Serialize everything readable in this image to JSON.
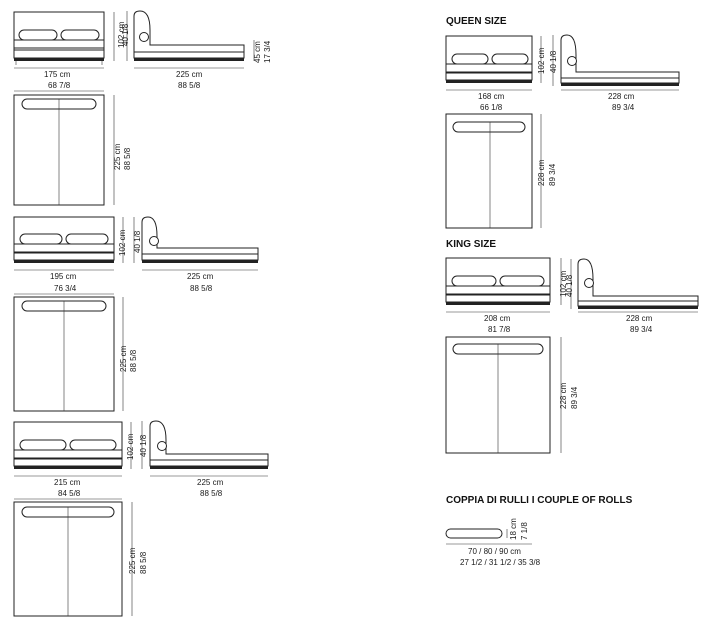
{
  "double": {
    "front": {
      "width": "175 cm",
      "height": "102 cm"
    },
    "side": {
      "length": "225 cm",
      "head": "40 1/8",
      "base_cm": "45 cm",
      "base_in": "17 3/4"
    },
    "width_in": "68 7/8",
    "length_in": "88 5/8",
    "plan_length": "225 cm",
    "plan_length_in": "88 5/8"
  },
  "d195": {
    "front": {
      "width": "195 cm",
      "height": "102 cm"
    },
    "side": {
      "length": "225 cm",
      "head": "40 1/8"
    },
    "width_in": "76 3/4",
    "length_in": "88 5/8",
    "plan_length": "225 cm",
    "plan_length_in": "88 5/8"
  },
  "d215": {
    "front": {
      "width": "215 cm",
      "height": "102 cm"
    },
    "side": {
      "length": "225 cm",
      "head": "40 1/8"
    },
    "width_in": "84 5/8",
    "length_in": "88 5/8",
    "plan_length": "225 cm",
    "plan_length_in": "88 5/8"
  },
  "queen": {
    "title": "QUEEN SIZE",
    "front": {
      "width": "168 cm",
      "height": "102 cm"
    },
    "side": {
      "length": "228 cm",
      "head": "40 1/8"
    },
    "width_in": "66 1/8",
    "length_in": "89 3/4",
    "plan_length": "228 cm",
    "plan_length_in": "89 3/4"
  },
  "king": {
    "title": "KING SIZE",
    "front": {
      "width": "208 cm",
      "height": "102 cm"
    },
    "side": {
      "length": "228 cm",
      "head": "40 1/8"
    },
    "width_in": "81 7/8",
    "length_in": "89 3/4",
    "plan_length": "228 cm",
    "plan_length_in": "89 3/4"
  },
  "rolls": {
    "title": "COPPIA DI RULLI  I  COUPLE OF ROLLS",
    "dia_cm": "18 cm",
    "dia_in": "7 1/8",
    "lengths_cm": "70 / 80 / 90 cm",
    "lengths_in": "27 1/2 / 31 1/2 / 35 3/8"
  }
}
